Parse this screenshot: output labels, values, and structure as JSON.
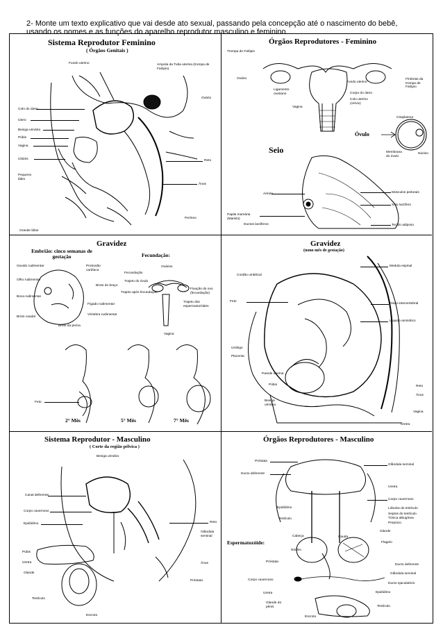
{
  "question": {
    "text": "2- Monte um texto explicativo que vai desde ato sexual, passando pela concepção até o nascimento do bebê, usando os nomes e as funções do aparelho reprodutor masculino e feminino."
  },
  "panels": {
    "fem_system": {
      "title": "Sistema Reprodutor Feminino",
      "subtitle": "( Órgãos Genitais )",
      "labels": [
        "Fundo uterino",
        "Ampola da Tuba uterina (trompa de Falópio)",
        "Ovário",
        "Colo do útero",
        "Útero",
        "Bexiga urinária",
        "Púbis",
        "Vagina",
        "Clitóris",
        "Pequeno lábio",
        "Reto",
        "Ânus",
        "Períneo",
        "Grande lábio"
      ]
    },
    "fem_organs": {
      "title": "Órgãos Reprodutores - Feminino",
      "labels": [
        "Trompa de Falópio",
        "Ovário",
        "Ligamento ovariano",
        "Fundo uterino",
        "Fímbrias da trompa de Falópio",
        "Corpo do útero",
        "Colo uterino (cérvix)",
        "Vagina"
      ],
      "ovulo": {
        "title": "Óvulo",
        "labels": [
          "Citoplasma",
          "Membrana do óvulo",
          "Núcleo"
        ]
      },
      "seio": {
        "title": "Seio",
        "labels": [
          "Aréola",
          "Papila mamária (Mamilo)",
          "Ductos lactíferos",
          "Músculos peitorais",
          "Seio lactífero",
          "Tecido adiposo"
        ]
      }
    },
    "gravidez_left": {
      "title": "Gravidez",
      "embriao_title": "Embrião: cinco semanas de gestação",
      "embriao_labels": [
        "Olho rudimentar",
        "Ouvido rudimentar",
        "Protrusão cardíaca",
        "Boca rudimentar",
        "Broto do braço",
        "Broto caudal",
        "Fígado rudimentar",
        "Vértebra rudimentar",
        "Broto da perna"
      ],
      "fecundacao_title": "Fecundação:",
      "fecundacao_labels": [
        "Ovários",
        "Fecundação",
        "Trajeto do óvulo",
        "Trajeto após fecundação",
        "Fixação do ovo (fecundação)",
        "Trajeto dos espermatozóides",
        "Vagina"
      ],
      "months": [
        "2° Mês",
        "5° Mês",
        "7° Mês"
      ],
      "feto_label": "Feto"
    },
    "gravidez_right": {
      "title": "Gravidez",
      "subtitle": "(nono mês de gestação)",
      "labels": [
        "Cordão umbilical",
        "Medula espinal",
        "Feto",
        "Disco intervertebral",
        "Líquido amniótico",
        "Umbigo",
        "Placenta",
        "Parede uterina",
        "Púbis",
        "Bexiga urinária",
        "Reto",
        "Ânus",
        "Vagina",
        "Uretra"
      ]
    },
    "male_system": {
      "title": "Sistema Reprodutor - Masculino",
      "subtitle": "( Corte da região pélvica )",
      "labels": [
        "Bexiga urinária",
        "Canal deferente",
        "Corpo cavernoso",
        "Epidídimo",
        "Púbis",
        "Uretra",
        "Glande",
        "Testículo",
        "Escroto",
        "Reto",
        "Glândula seminal",
        "Ânus",
        "Próstata"
      ]
    },
    "male_organs": {
      "title": "Órgãos Reprodutores - Masculino",
      "labels": [
        "Próstata",
        "Ducto deferente",
        "Glândula seminal",
        "Uretra",
        "Corpo cavernoso",
        "Epidídimo",
        "Lóbulos do testículo",
        "Septos do testículo",
        "Túnica albugínea",
        "Testículo",
        "Prepúcio",
        "Glande"
      ],
      "esperma_title": "Espermatozóide:",
      "esperma_labels": [
        "Cabeça",
        "Cauda",
        "Núcleo",
        "Flagelo"
      ],
      "bottom_labels": [
        "Próstata",
        "Ducto deferente",
        "Glândula seminal",
        "Ducto ejaculatório",
        "Corpo cavernoso",
        "Epidídimo",
        "Uretra",
        "Testículo",
        "Glande do pênis",
        "Escroto"
      ]
    }
  }
}
